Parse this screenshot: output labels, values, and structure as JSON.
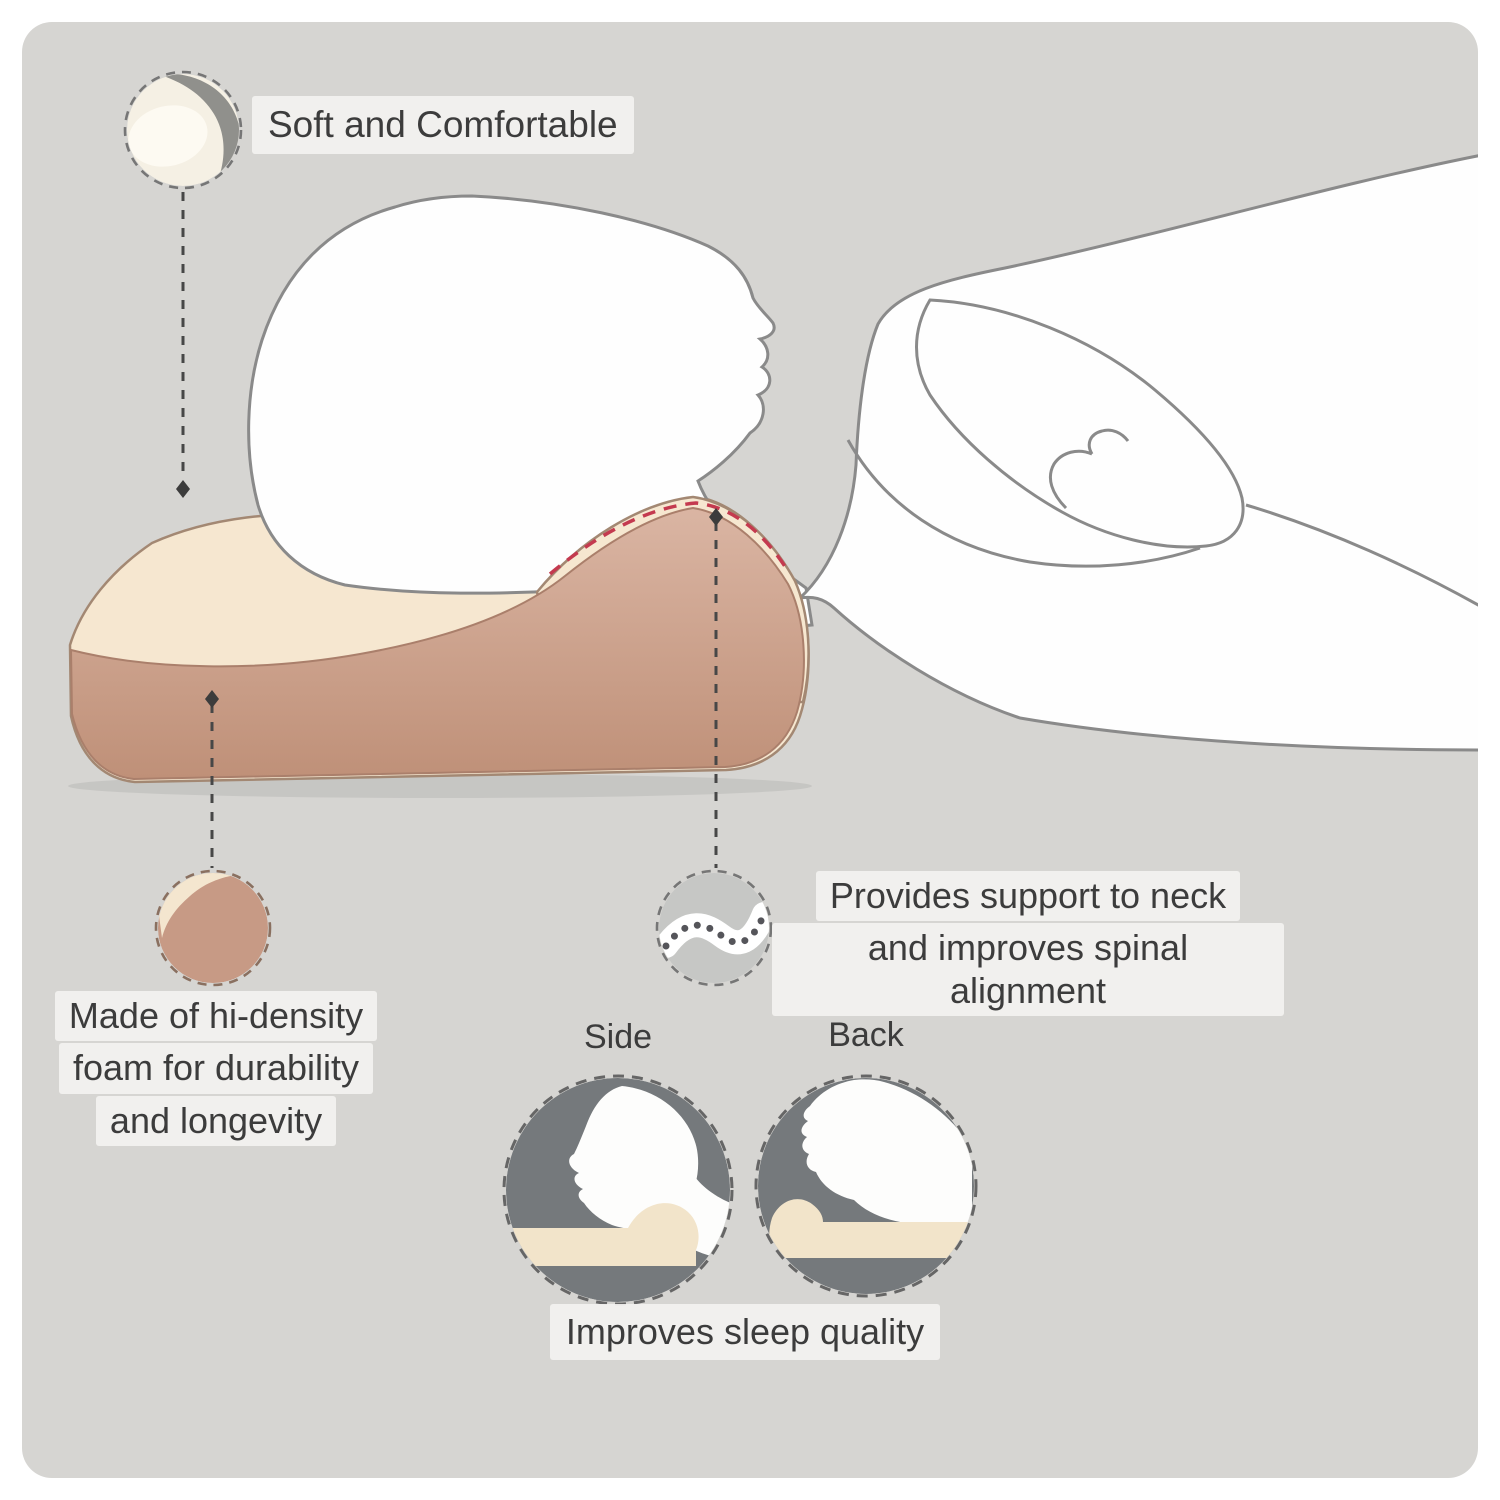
{
  "labels": {
    "soft_comfortable": "Soft and Comfortable",
    "foam_lines": [
      "Made of hi-density",
      "foam for durability",
      "and longevity"
    ],
    "support_lines": [
      "Provides support to neck",
      "and improves spinal alignment"
    ],
    "positions": {
      "side": "Side",
      "back": "Back"
    },
    "sleep_quality": "Improves sleep quality"
  },
  "icons": {
    "top_left": "pillow-corner-icon",
    "bottom_left": "foam-density-icon",
    "middle": "spine-icon",
    "sleep_side": "side-position-icon",
    "sleep_back": "back-position-icon"
  },
  "colors": {
    "panel_background": "#d6d5d2",
    "label_background": "#f3f2f0",
    "text": "#3c3c3c",
    "figure_outline": "#8a8a8a",
    "pillow_top_cream": "#f6e7d0",
    "pillow_front_light": "#d8b4a2",
    "pillow_front_dark": "#c09176",
    "accent_red_dashed": "#c43a4f",
    "dark_circle_fill": "#75797c",
    "spine_circle_fill": "#c6c7c5"
  }
}
